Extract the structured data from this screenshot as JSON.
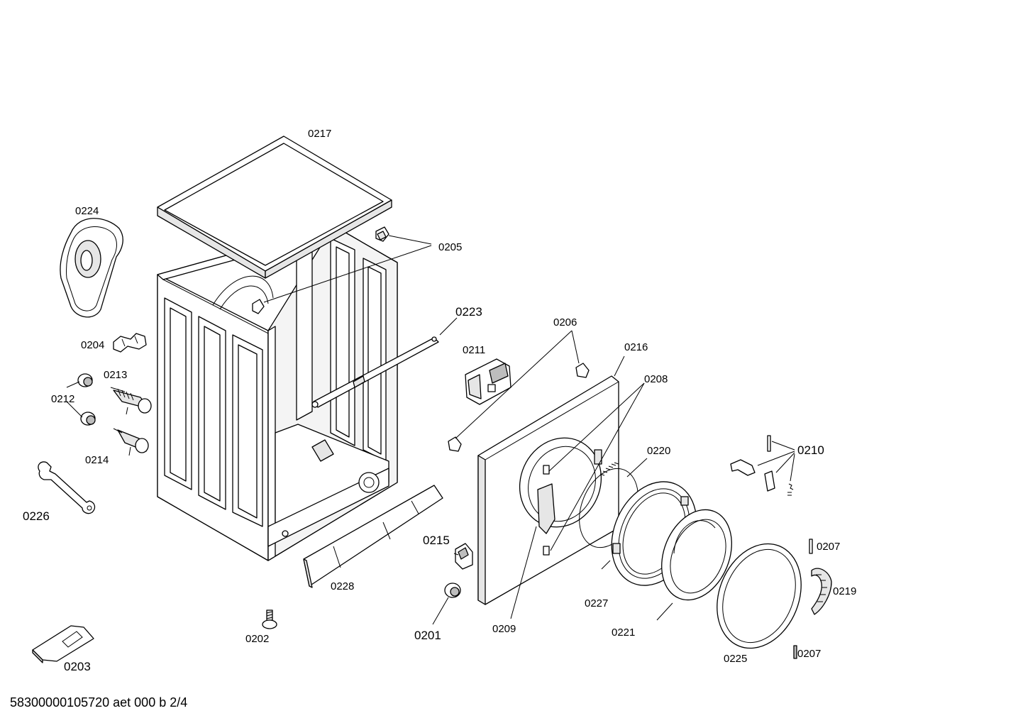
{
  "labels": {
    "l0217": "0217",
    "l0224": "0224",
    "l0205": "0205",
    "l0223": "0223",
    "l0206": "0206",
    "l0216": "0216",
    "l0211": "0211",
    "l0208": "0208",
    "l0204": "0204",
    "l0213": "0213",
    "l0212": "0212",
    "l0214": "0214",
    "l0220": "0220",
    "l0210": "0210",
    "l0226": "0226",
    "l0215": "0215",
    "l0207a": "0207",
    "l0228": "0228",
    "l0219": "0219",
    "l0227": "0227",
    "l0201": "0201",
    "l0209": "0209",
    "l0221": "0221",
    "l0202": "0202",
    "l0225": "0225",
    "l0207b": "0207",
    "l0203": "0203"
  },
  "footer": "58300000105720 aet 000 b 2/4"
}
